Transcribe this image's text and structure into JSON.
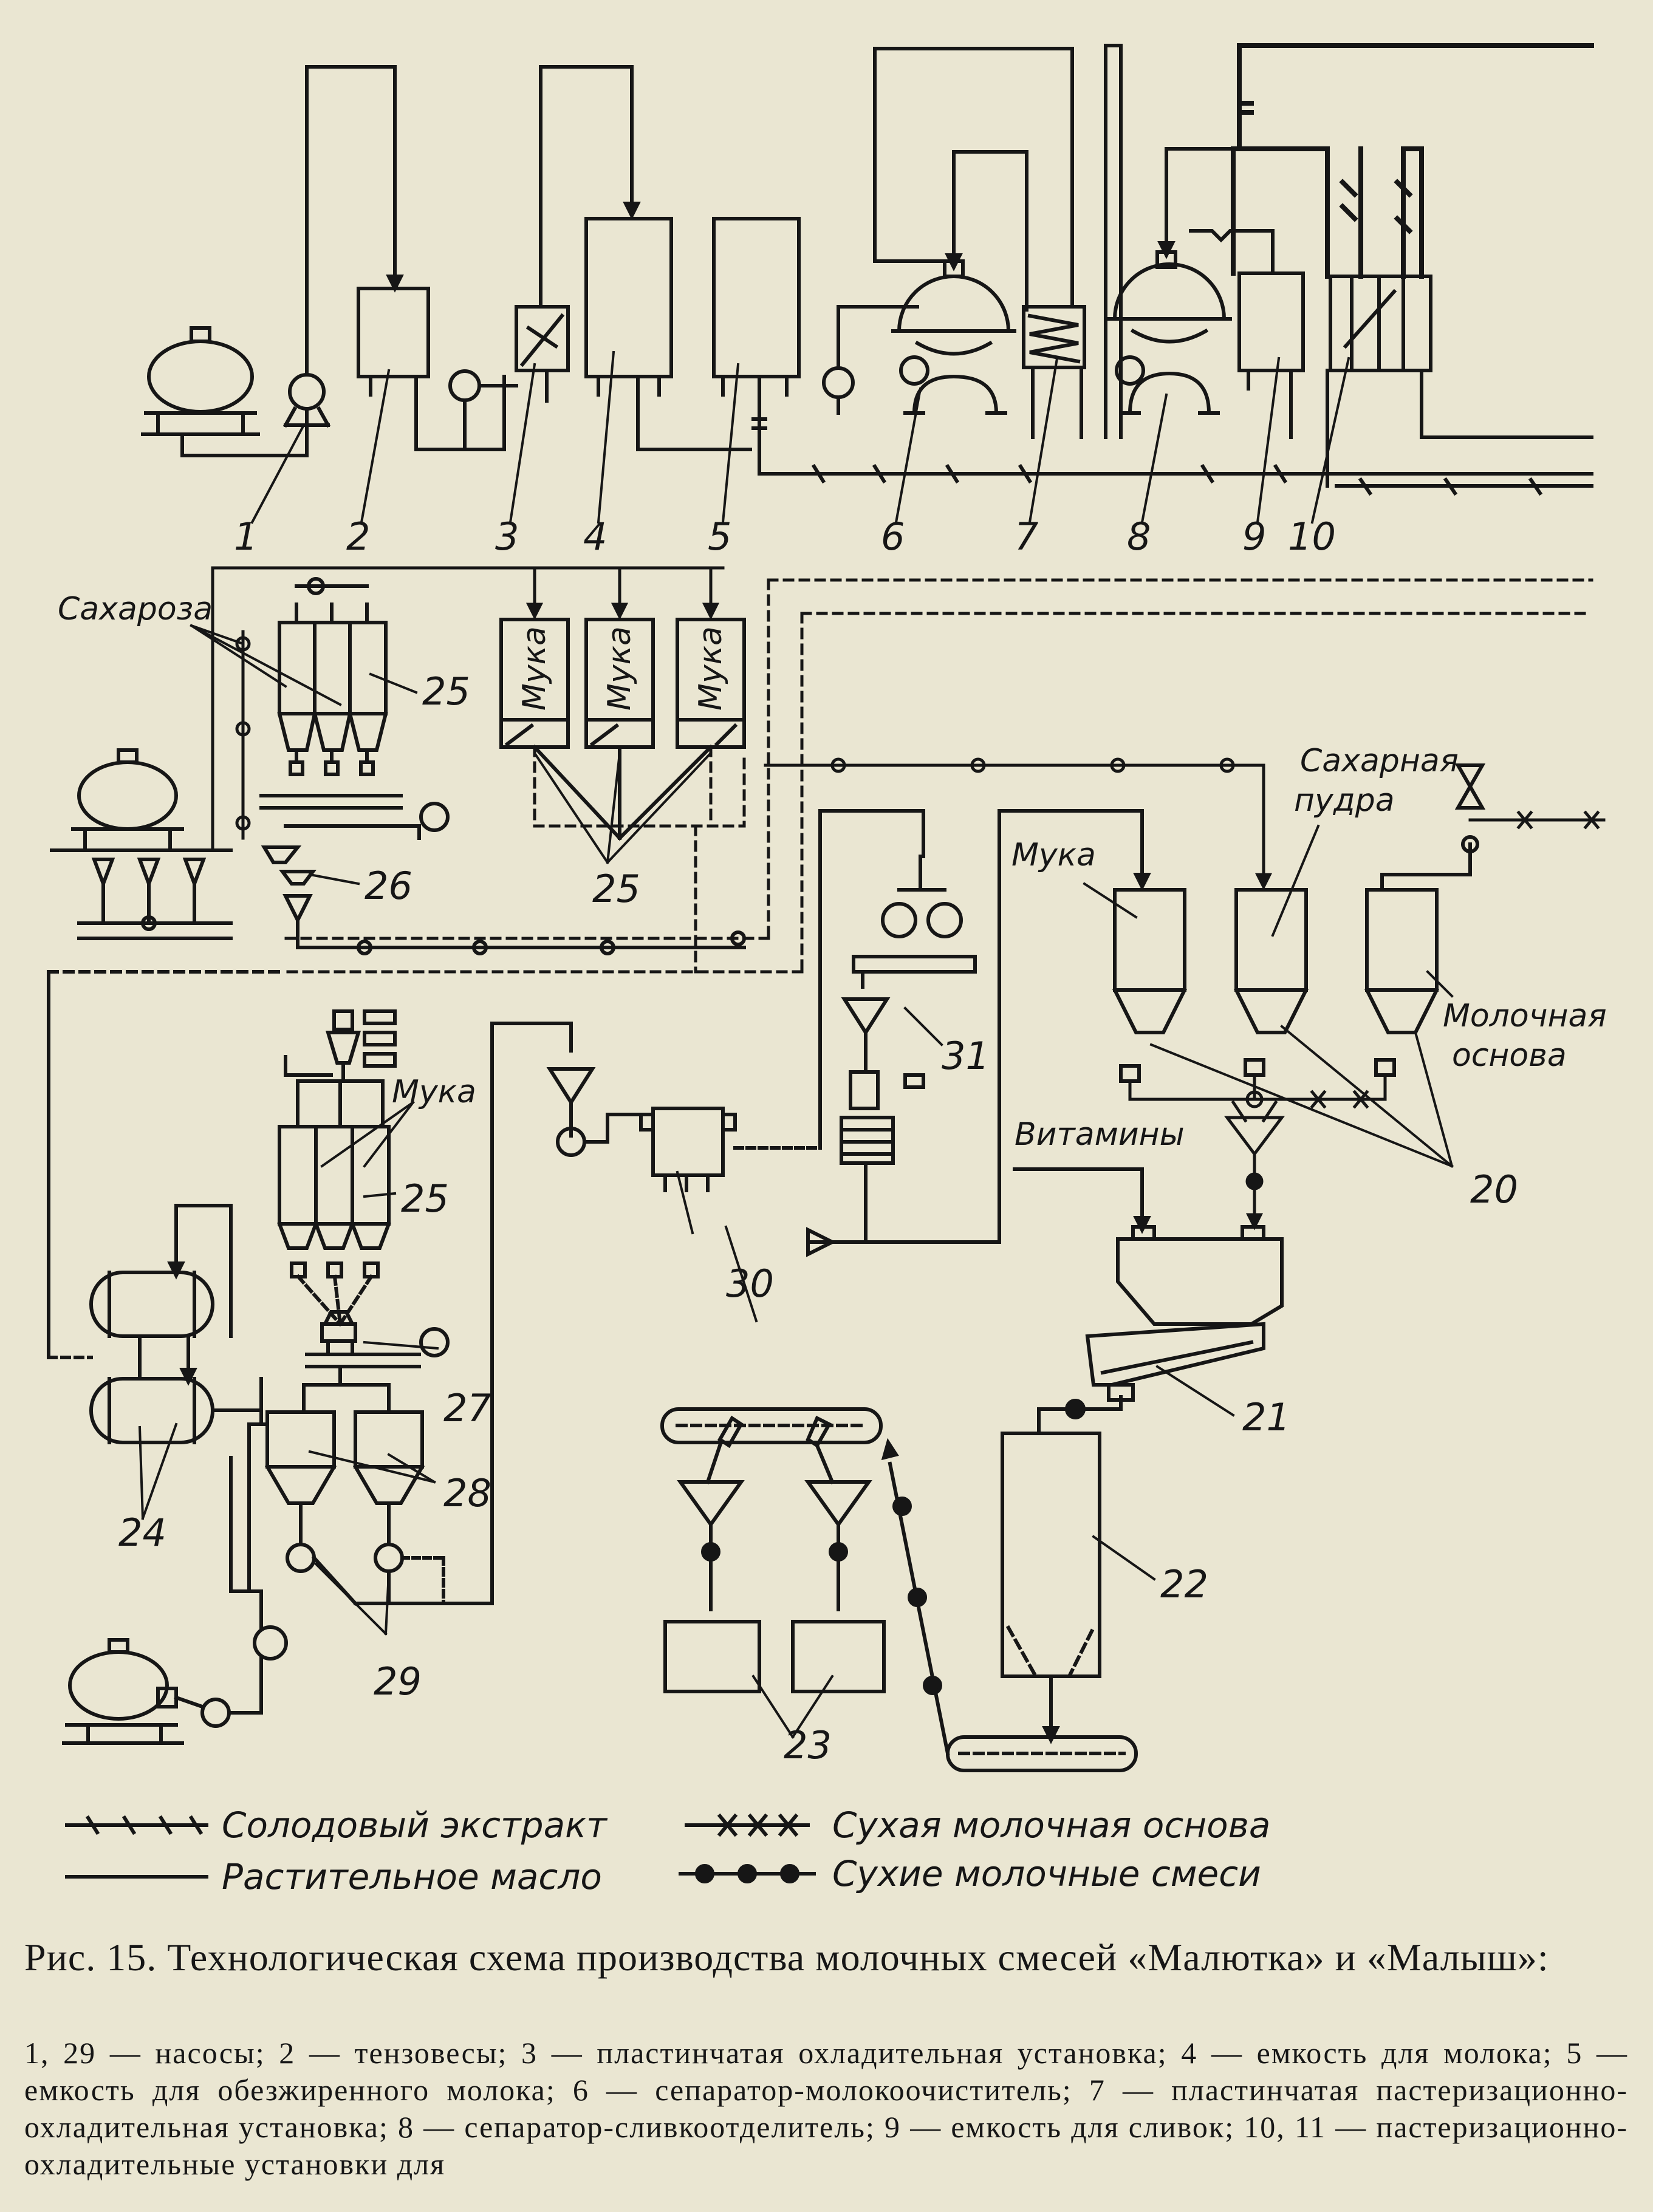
{
  "diagram": {
    "equipment_numbers": {
      "n1": "1",
      "n2": "2",
      "n3": "3",
      "n4": "4",
      "n5": "5",
      "n6": "6",
      "n7": "7",
      "n8": "8",
      "n9": "9",
      "n10": "10",
      "n20": "20",
      "n21": "21",
      "n22": "22",
      "n23": "23",
      "n24": "24",
      "n25a": "25",
      "n25b": "25",
      "n25c": "25",
      "n26": "26",
      "n27": "27",
      "n28": "28",
      "n29": "29",
      "n30": "30",
      "n31": "31"
    },
    "labels": {
      "sucrose": "Сахароза",
      "flour": "Мука",
      "bin_flour_1": "Мука",
      "bin_flour_2": "Мука",
      "bin_flour_3": "Мука",
      "flour_lower": "Мука",
      "sugar_powder_line1": "Сахарная",
      "sugar_powder_line2": "пудра",
      "milk_base_line1": "Молочная",
      "milk_base_line2": "основа",
      "vitamins": "Витамины"
    },
    "legend": [
      {
        "style": "malt",
        "text": "Солодовый экстракт"
      },
      {
        "style": "oil",
        "text": "Растительное масло"
      },
      {
        "style": "dry-base",
        "text": "Сухая молочная основа"
      },
      {
        "style": "dry-mix",
        "text": "Сухие молочные смеси"
      }
    ]
  },
  "caption": {
    "title": "Рис. 15. Технологическая схема производства молочных смесей «Малютка» и «Малыш»:",
    "description": "1, 29 — насосы; 2 — тензовесы; 3 — пластинчатая охладительная установка; 4 — емкость для молока; 5 — емкость для обезжиренного молока; 6 — сепаратор-молокоочиститель; 7 — пластинчатая пастеризационно-охладительная установка; 8 — сепаратор-сливкоотделитель; 9 — емкость для сливок; 10, 11 — пастеризационно-охладительные установки для"
  }
}
